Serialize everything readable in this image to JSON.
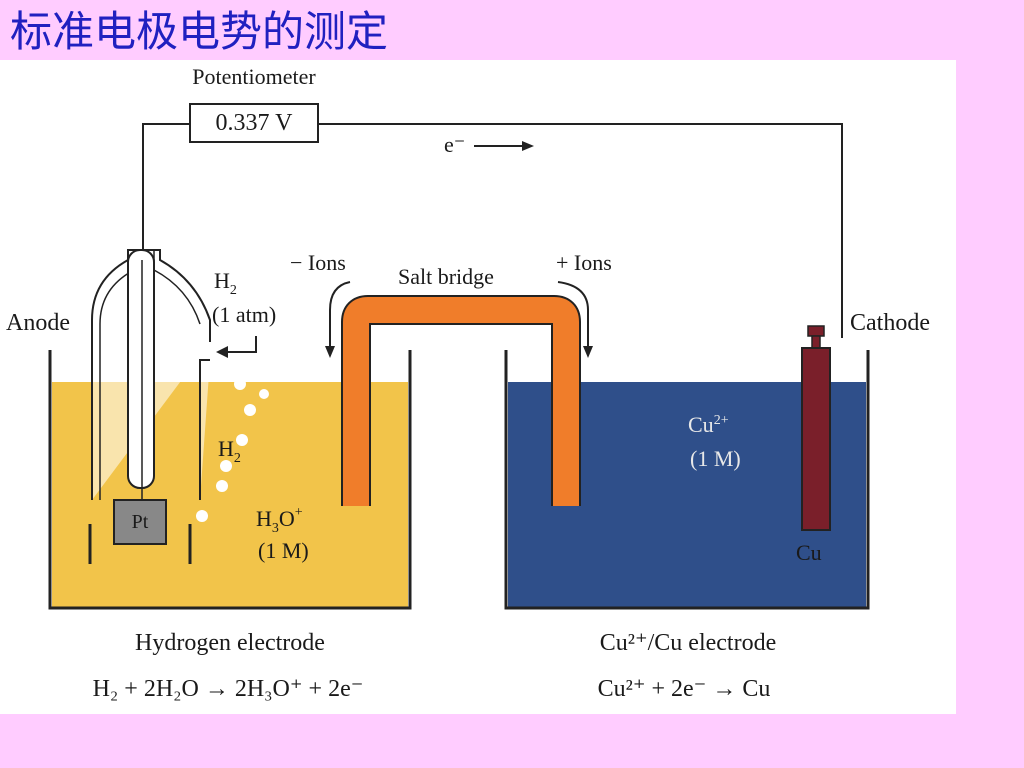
{
  "title": "标准电极电势的测定",
  "colors": {
    "page_background": "#ffccff",
    "title": "#2020c0",
    "acid_solution": "#f2c44a",
    "copper_solution": "#2f4f8a",
    "salt_bridge": "#f07d2a",
    "copper_electrode": "#7a1f2a",
    "platinum": "#888888"
  },
  "diagram": {
    "potentiometer_label": "Potentiometer",
    "voltage_reading": "0.337 V",
    "electron_label": "e⁻",
    "anode_label": "Anode",
    "cathode_label": "Cathode",
    "h2_gas_label": "H",
    "h2_gas_subscript": "2",
    "pressure_label": "(1 atm)",
    "negative_ions_label": "− Ions",
    "positive_ions_label": "+ Ions",
    "salt_bridge_label": "Salt bridge",
    "bubble_label": "H",
    "bubble_subscript": "2",
    "pt_label": "Pt",
    "h3o_label_main": "H",
    "h3o_label_sub": "3",
    "h3o_label_rest": "O",
    "h3o_label_sup": "+",
    "h3o_conc": "(1 M)",
    "cu_ion_label": "Cu",
    "cu_ion_sup": "2+",
    "cu_conc": "(1 M)",
    "cu_electrode_label": "Cu",
    "left_caption": "Hydrogen electrode",
    "right_caption": "Cu²⁺/Cu electrode",
    "left_equation": "H₂ + 2H₂O → 2H₃O⁺ + 2e⁻",
    "right_equation": "Cu²⁺ + 2e⁻ → Cu"
  }
}
